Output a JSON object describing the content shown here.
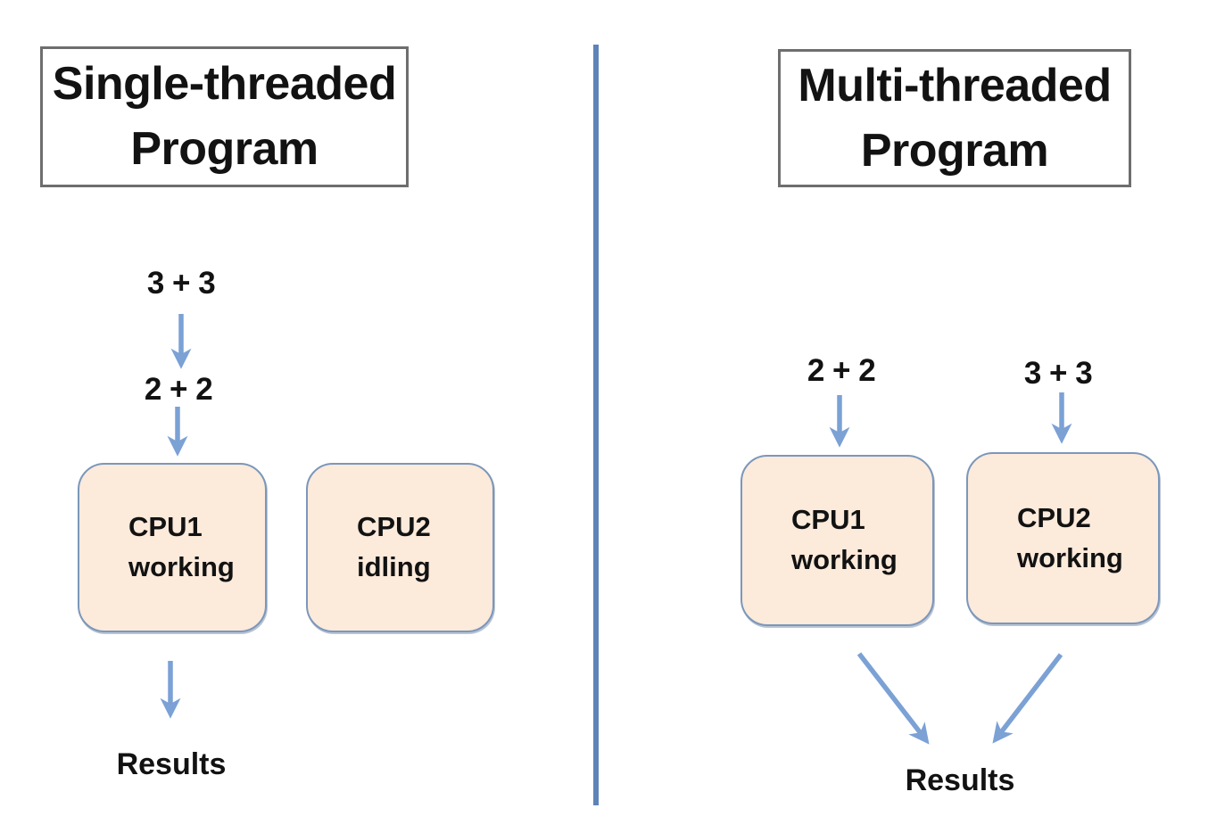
{
  "theme": {
    "background": "#ffffff",
    "arrow_color": "#7ba1d5",
    "divider_color": "#5d83b8",
    "box_fill": "#fceadb",
    "box_border": "#7b97ba",
    "title_border": "#6e6e6e",
    "text_color": "#121212"
  },
  "left_panel": {
    "title": "Single-threaded Program",
    "input1": "3 + 3",
    "input2": "2 + 2",
    "cpu1_label": "CPU1\nworking",
    "cpu2_label": "CPU2\nidling",
    "results_label": "Results"
  },
  "right_panel": {
    "title": "Multi-threaded Program",
    "input1": "2 + 2",
    "input2": "3 + 3",
    "cpu1_label": "CPU1\nworking",
    "cpu2_label": "CPU2\nworking",
    "results_label": "Results"
  }
}
